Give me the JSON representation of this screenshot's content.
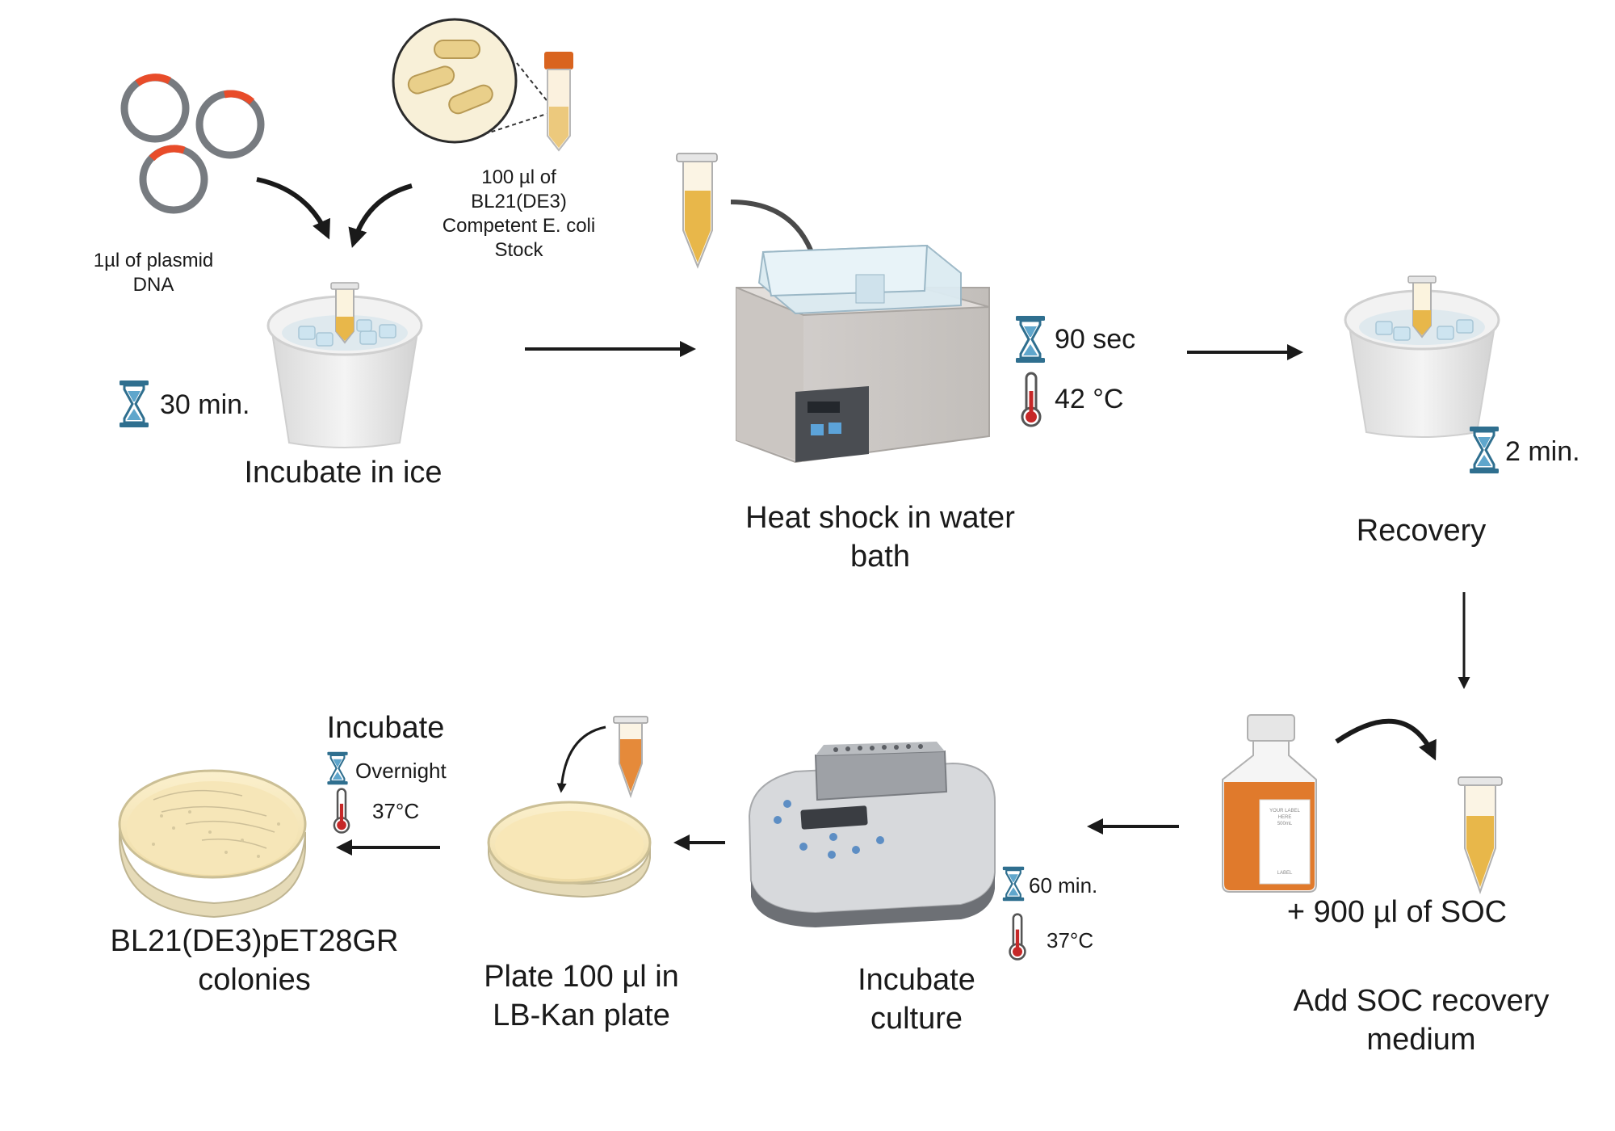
{
  "plasmid": {
    "line1": "1µl of plasmid",
    "line2": "DNA"
  },
  "competent": {
    "line1": "100 µl of",
    "line2": "BL21(DE3)",
    "line3": "Competent E. coli",
    "line4": "Stock"
  },
  "ice_step": {
    "time": "30 min.",
    "label": "Incubate in ice"
  },
  "heat_step": {
    "time": "90 sec",
    "temp": "42 °C",
    "label_line1": "Heat shock in water",
    "label_line2": "bath"
  },
  "recovery_step": {
    "time": "2 min.",
    "label": "Recovery"
  },
  "soc_step": {
    "amount": "+ 900 µl of SOC",
    "label_line1": "Add SOC recovery",
    "label_line2": "medium",
    "bottle_label": [
      "YOUR LABEL",
      "HERE",
      "500mL",
      "LABEL"
    ]
  },
  "culture_step": {
    "time": "60 min.",
    "temp": "37°C",
    "label_line1": "Incubate",
    "label_line2": "culture"
  },
  "plate_step": {
    "label_line1": "Plate 100 µl in",
    "label_line2": "LB-Kan plate"
  },
  "final_step": {
    "heading": "Incubate",
    "time": "Overnight",
    "temp": "37°C",
    "label_line1": "BL21(DE3)pET28GR",
    "label_line2": "colonies"
  },
  "colors": {
    "arrow": "#1a1a1a",
    "hourglass": "#2f6f8f",
    "hourglass_sand": "#5fa6cc",
    "thermo_red": "#c62828",
    "tube_fill": "#e8b74a",
    "orange_fill": "#e07a2c",
    "ice_cup": "#ececec",
    "plate_agar": "#f6e6b8"
  }
}
